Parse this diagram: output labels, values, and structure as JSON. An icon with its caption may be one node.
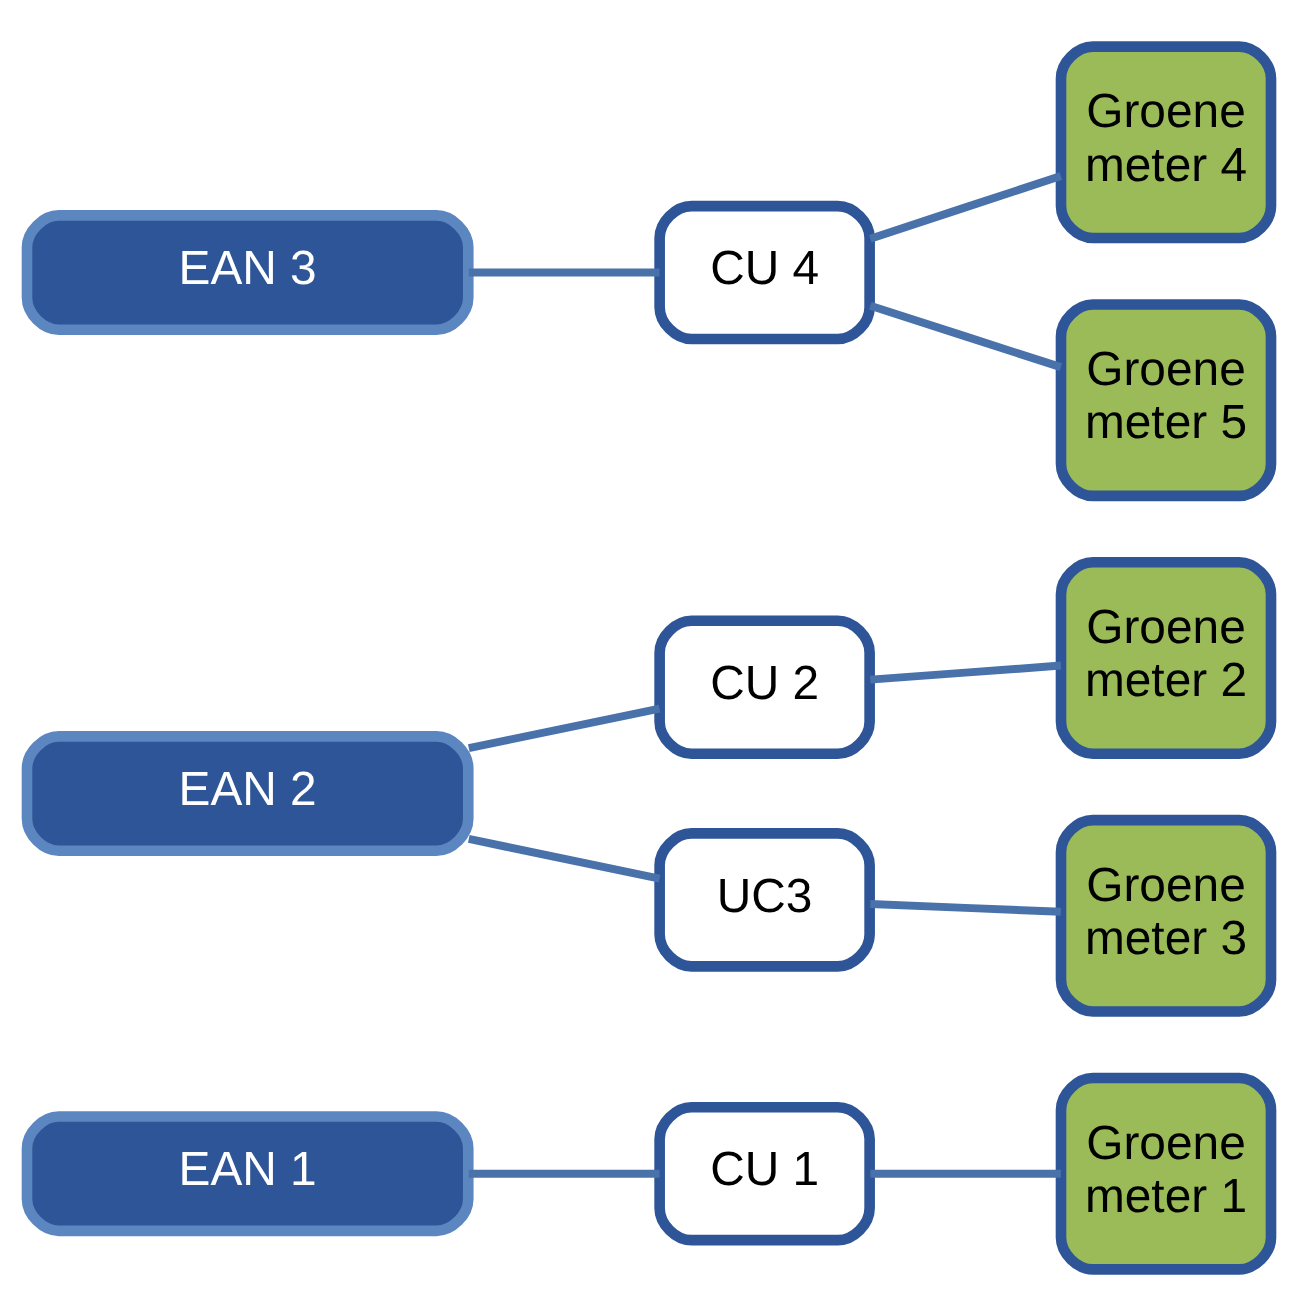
{
  "diagram": {
    "nodes": [
      {
        "text": [
          "EAN 1"
        ]
      },
      {
        "text": [
          "CU 1"
        ]
      },
      {
        "text": [
          "Groene meter 1"
        ]
      },
      {
        "text": [
          "CU 2"
        ]
      },
      {
        "text": [
          "Groene meter 2"
        ]
      },
      {
        "text": [
          "EAN 2"
        ]
      },
      {
        "text": [
          "UC3"
        ]
      },
      {
        "text": [
          "Groene meter 3"
        ]
      },
      {
        "text": [
          "Groene meter 4"
        ]
      },
      {
        "text": [
          "EAN 3"
        ]
      },
      {
        "text": [
          "CU 4"
        ]
      },
      {
        "text": [
          "Groene meter 5"
        ]
      }
    ],
    "edges": [
      {
        "from": 0,
        "to": 1,
        "arrow": "none"
      },
      {
        "from": 1,
        "to": 2,
        "arrow": "none"
      },
      {
        "from": 5,
        "to": 3,
        "arrow": "none"
      },
      {
        "from": 5,
        "to": 6,
        "arrow": "none"
      },
      {
        "from": 3,
        "to": 4,
        "arrow": "none"
      },
      {
        "from": 6,
        "to": 7,
        "arrow": "none"
      },
      {
        "from": 9,
        "to": 10,
        "arrow": "none"
      },
      {
        "from": 10,
        "to": 8,
        "arrow": "none"
      },
      {
        "from": 10,
        "to": 11,
        "arrow": "none"
      }
    ]
  }
}
